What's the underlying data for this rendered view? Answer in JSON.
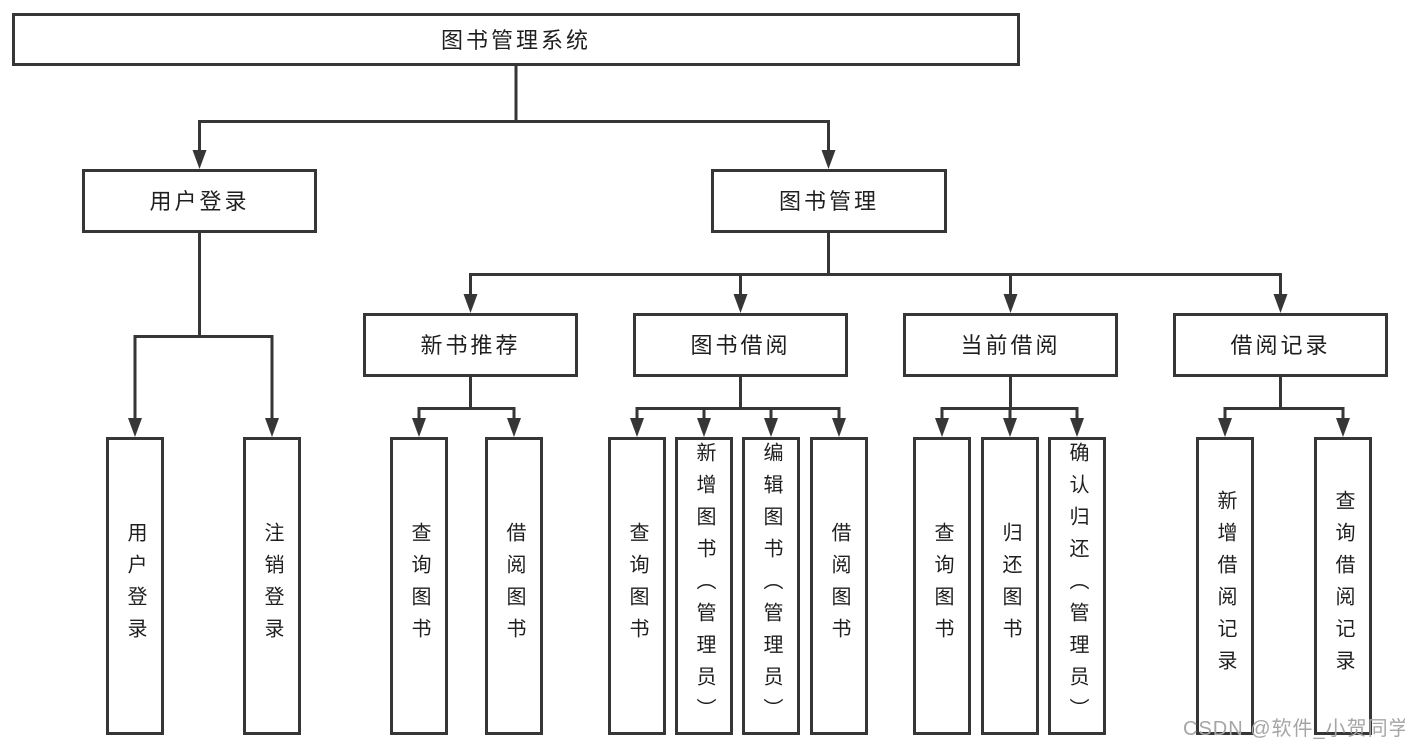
{
  "diagram": {
    "root": "图书管理系统",
    "userLogin": {
      "label": "用户登录",
      "children": [
        "用户登录",
        "注销登录"
      ]
    },
    "bookMgmt": {
      "label": "图书管理",
      "children": [
        {
          "label": "新书推荐",
          "children": [
            "查询图书",
            "借阅图书"
          ]
        },
        {
          "label": "图书借阅",
          "children": [
            "查询图书",
            "新增图书（管理员）",
            "编辑图书（管理员）",
            "借阅图书"
          ]
        },
        {
          "label": "当前借阅",
          "children": [
            "查询图书",
            "归还图书",
            "确认归还（管理员）"
          ]
        },
        {
          "label": "借阅记录",
          "children": [
            "新增借阅记录",
            "查询借阅记录"
          ]
        }
      ]
    }
  },
  "colors": {
    "line": "#363636",
    "text": "#1f1f1f",
    "watermark": "#a6a6a6",
    "background": "#ffffff"
  },
  "watermark": "CSDN @软件_小贺同学"
}
